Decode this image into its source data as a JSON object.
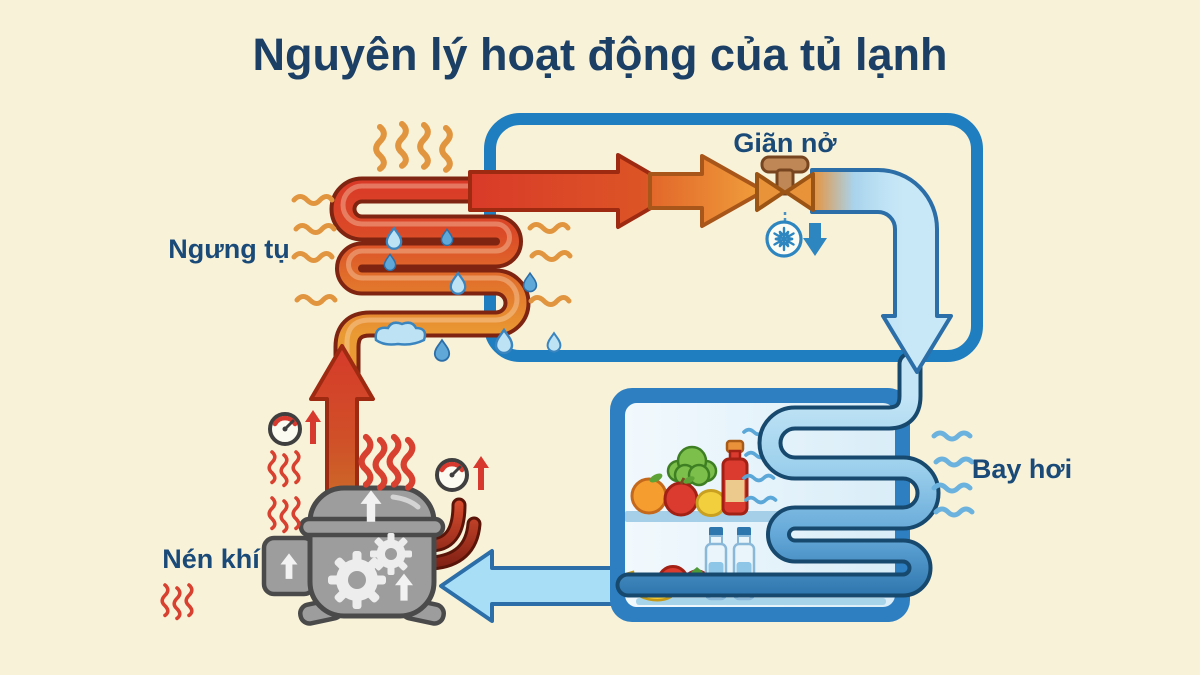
{
  "title": "Nguyên lý hoạt động của tủ lạnh",
  "labels": {
    "condensation": "Ngưng tụ",
    "expansion": "Giãn nở",
    "evaporation": "Bay hơi",
    "compression": "Nén khí"
  },
  "icons": {
    "expansion_valve": "valve-icon",
    "snowflake": "snowflake-icon",
    "pressure_gauge": "gauge-icon",
    "heat_wave": "heat-wave-icon",
    "cold_wave": "cold-wave-icon",
    "water_droplet": "droplet-icon",
    "compressor": "compressor-icon",
    "refrigerator": "fridge-icon",
    "gear": "gear-icon"
  },
  "colors": {
    "background": "#f8f2d9",
    "title_text": "#1c3f66",
    "label_text": "#1a4a78",
    "cycle_pipe_blue": "#1f7ec0",
    "hot_red": "#d93a28",
    "hot_orange": "#ea9a33",
    "cold_light_blue": "#bfe3f5",
    "cold_deep_blue": "#2e76ae",
    "fridge_border": "#2e7fc1",
    "fridge_interior": "#e4f2fa",
    "compressor_gray": "#9d9d9d",
    "valve_handle_brown": "#bf8756",
    "snowflake_blue": "#2e86c1"
  }
}
